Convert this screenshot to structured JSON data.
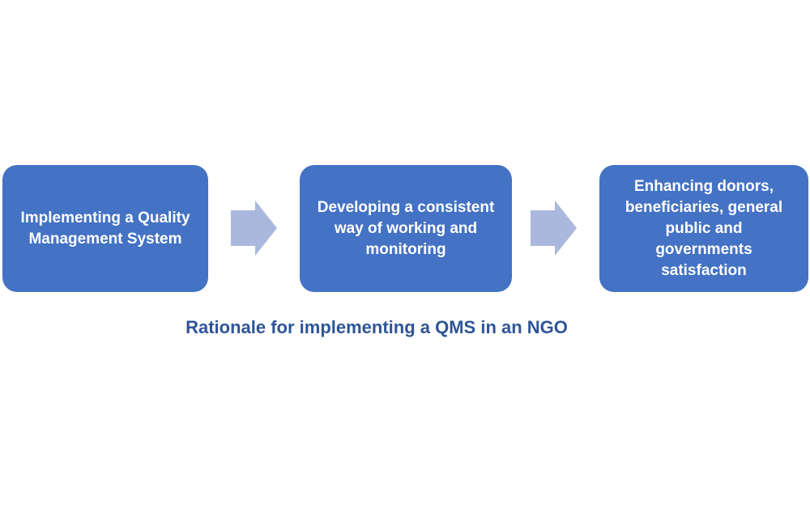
{
  "diagram": {
    "type": "process-flow",
    "boxes": [
      {
        "id": "implementing-qms",
        "lines": [
          "Implementing a Quality",
          "Management System"
        ]
      },
      {
        "id": "consistent-working",
        "lines": [
          "Developing a consistent",
          "way of working and",
          "monitoring"
        ]
      },
      {
        "id": "stakeholder-satisfaction",
        "lines": [
          "Enhancing donors,",
          "beneficiaries, general",
          "public and",
          "governments",
          "satisfaction"
        ]
      }
    ],
    "arrows": [
      {
        "direction": "right"
      },
      {
        "direction": "right"
      }
    ],
    "caption": "Rationale for implementing a QMS in an NGO"
  },
  "colors": {
    "box_fill": "#4472c4",
    "box_text": "#ffffff",
    "arrow_fill": "#a9b8dc",
    "caption_text": "#2f5597",
    "background": "#ffffff"
  }
}
